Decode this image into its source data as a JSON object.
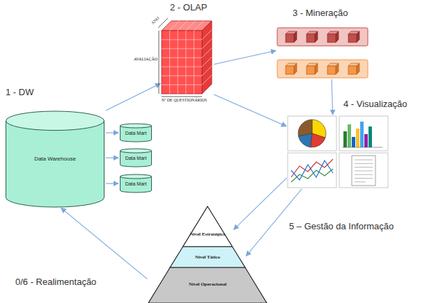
{
  "diagram": {
    "nodes": [
      {
        "text": [
          "1 - DW",
          "Data Warehouse"
        ]
      },
      {
        "text": [
          "Data Mart"
        ]
      },
      {
        "text": [
          "Data Mart"
        ]
      },
      {
        "text": [
          "Data Mart"
        ]
      },
      {
        "text": [
          "2 - OLAP",
          "ANO",
          "AVALIAÇÃO",
          "Nº DE QUESTIONÁRIOS"
        ]
      },
      {
        "text": [
          "3 - Mineração"
        ]
      },
      {
        "text": [
          "4 - Visualização"
        ]
      },
      {
        "text": [
          "Nível Estratégico"
        ]
      },
      {
        "text": [
          "Nível Tático"
        ]
      },
      {
        "text": [
          "Nível Operacional"
        ]
      }
    ],
    "edges": [
      {
        "from": 0,
        "to": 1,
        "arrow": "to"
      },
      {
        "from": 0,
        "to": 2,
        "arrow": "to"
      },
      {
        "from": 0,
        "to": 3,
        "arrow": "to"
      },
      {
        "from": 0,
        "to": 4,
        "arrow": "to"
      },
      {
        "from": 4,
        "to": 5,
        "arrow": "to"
      },
      {
        "from": 4,
        "to": 6,
        "arrow": "to"
      },
      {
        "from": 5,
        "to": 6,
        "arrow": "to"
      },
      {
        "from": 6,
        "to": 7,
        "arrow": "to"
      },
      {
        "from": 6,
        "to": 8,
        "arrow": "to"
      },
      {
        "from": 9,
        "to": 0,
        "arrow": "to"
      }
    ],
    "labels": [
      "5 – Gestão da Informação",
      "0/6 - Realimentação"
    ]
  }
}
